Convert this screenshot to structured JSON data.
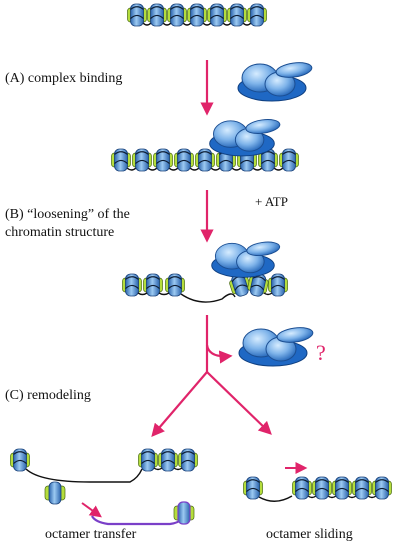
{
  "steps": {
    "a_label": "(A) complex binding",
    "b_label_line1": "(B) “loosening” of the",
    "b_label_line2": "chromatin structure",
    "atp_label": "+ ATP",
    "question_mark": "?",
    "c_label": "(C) remodeling",
    "left_outcome": "octamer transfer",
    "right_outcome": "octamer sliding"
  },
  "colors": {
    "nucleosome_blue": "#3f83c8",
    "nucleosome_light": "#8fc1ee",
    "histone_green": "#b5dd3c",
    "arrow_pink": "#e0246a",
    "complex_dark": "#1f68c4",
    "complex_light": "#a9d2f6",
    "dna_purple": "#7a3fc8"
  }
}
